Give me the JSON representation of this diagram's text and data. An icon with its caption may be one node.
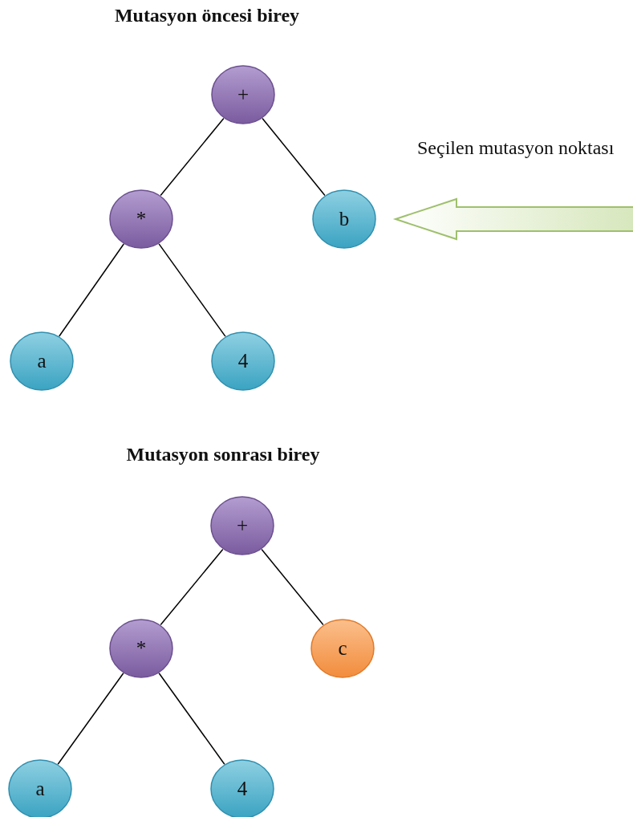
{
  "diagram": {
    "nodes": [
      {
        "text": [
          "+"
        ]
      },
      {
        "text": [
          "*"
        ]
      },
      {
        "text": [
          "b"
        ]
      },
      {
        "text": [
          "a"
        ]
      },
      {
        "text": [
          "4"
        ]
      },
      {
        "text": [
          "+"
        ]
      },
      {
        "text": [
          "*"
        ]
      },
      {
        "text": [
          "c"
        ]
      },
      {
        "text": [
          "a"
        ]
      },
      {
        "text": [
          "4"
        ]
      }
    ],
    "edges": [
      {
        "from": 0,
        "to": 1,
        "arrow": "none"
      },
      {
        "from": 0,
        "to": 2,
        "arrow": "none"
      },
      {
        "from": 1,
        "to": 3,
        "arrow": "none"
      },
      {
        "from": 1,
        "to": 4,
        "arrow": "none"
      },
      {
        "from": 5,
        "to": 6,
        "arrow": "none"
      },
      {
        "from": 5,
        "to": 7,
        "arrow": "none"
      },
      {
        "from": 6,
        "to": 8,
        "arrow": "none"
      },
      {
        "from": 6,
        "to": 9,
        "arrow": "none"
      },
      {
        "from": null,
        "to": 2,
        "arrow": "to",
        "style": "thick",
        "color": "#d7e7bd"
      }
    ],
    "labels": [
      "Mutasyon öncesi birey",
      "Seçilen mutasyon noktası",
      "Mutasyon sonrası birey"
    ]
  }
}
